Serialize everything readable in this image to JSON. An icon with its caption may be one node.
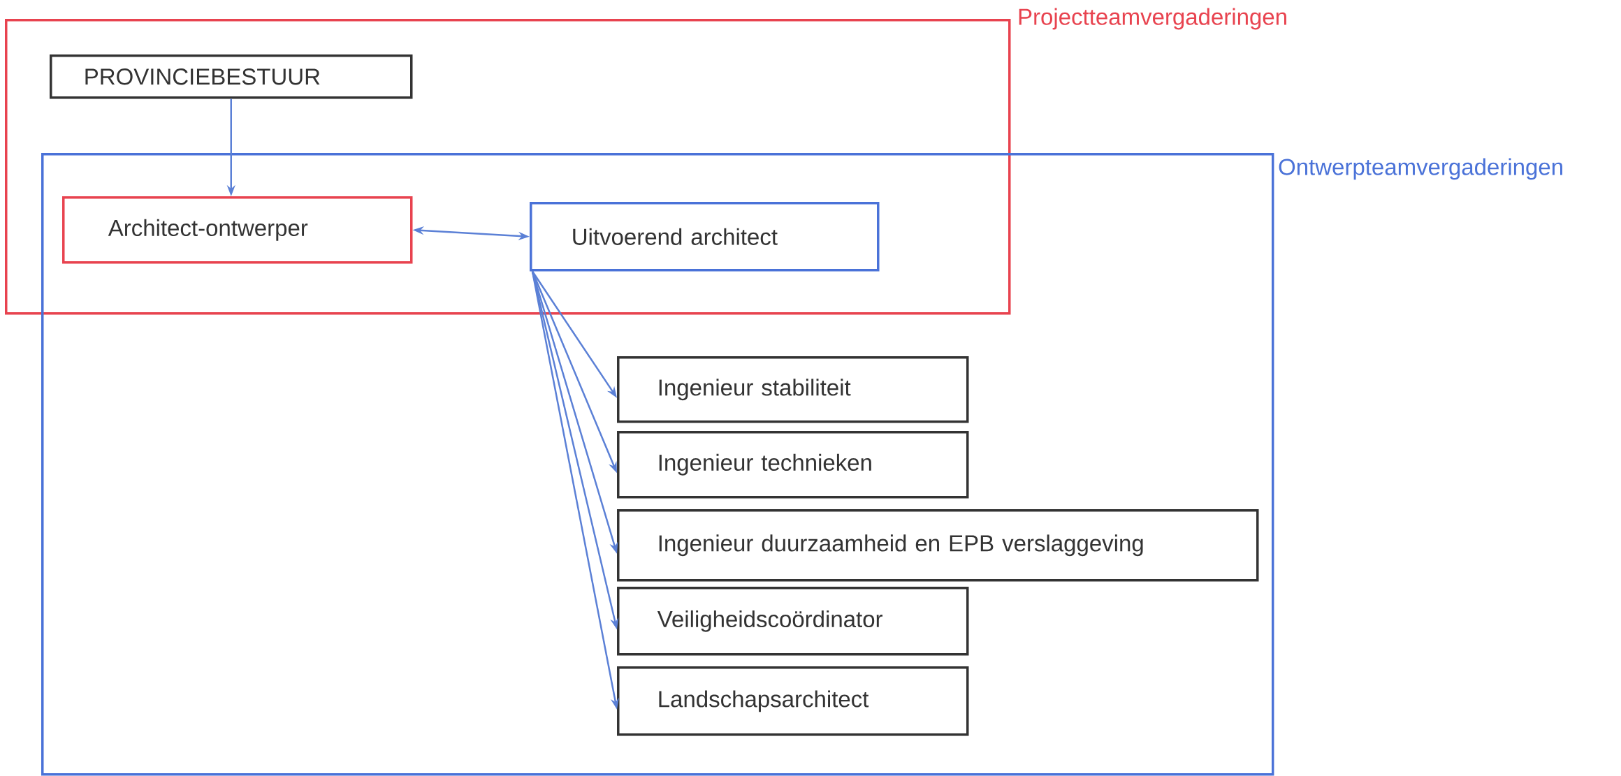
{
  "diagram": {
    "nodes": [
      {
        "text": [
          "Projectteamvergaderingen"
        ]
      },
      {
        "text": [
          "Ontwerpteamvergaderingen"
        ]
      },
      {
        "text": [
          "PROVINCIEBESTUUR"
        ],
        "in": 0
      },
      {
        "text": [
          "Architect-ontwerper"
        ]
      },
      {
        "text": [
          "Uitvoerend architect"
        ]
      },
      {
        "text": [
          "Ingenieur stabiliteit"
        ],
        "in": 1
      },
      {
        "text": [
          "Ingenieur technieken"
        ],
        "in": 1
      },
      {
        "text": [
          "Ingenieur duurzaamheid en EPB verslaggeving"
        ],
        "in": 1
      },
      {
        "text": [
          "Veiligheidscoördinator"
        ],
        "in": 1
      },
      {
        "text": [
          "Landschapsarchitect"
        ],
        "in": 1
      }
    ],
    "edges": [
      {
        "from": 2,
        "to": 3,
        "arrow": "to"
      },
      {
        "from": 3,
        "to": 4,
        "arrow": "both"
      },
      {
        "from": 4,
        "to": 5,
        "arrow": "to"
      },
      {
        "from": 4,
        "to": 6,
        "arrow": "to"
      },
      {
        "from": 4,
        "to": 7,
        "arrow": "to"
      },
      {
        "from": 4,
        "to": 8,
        "arrow": "to"
      },
      {
        "from": 4,
        "to": 9,
        "arrow": "to"
      }
    ]
  }
}
